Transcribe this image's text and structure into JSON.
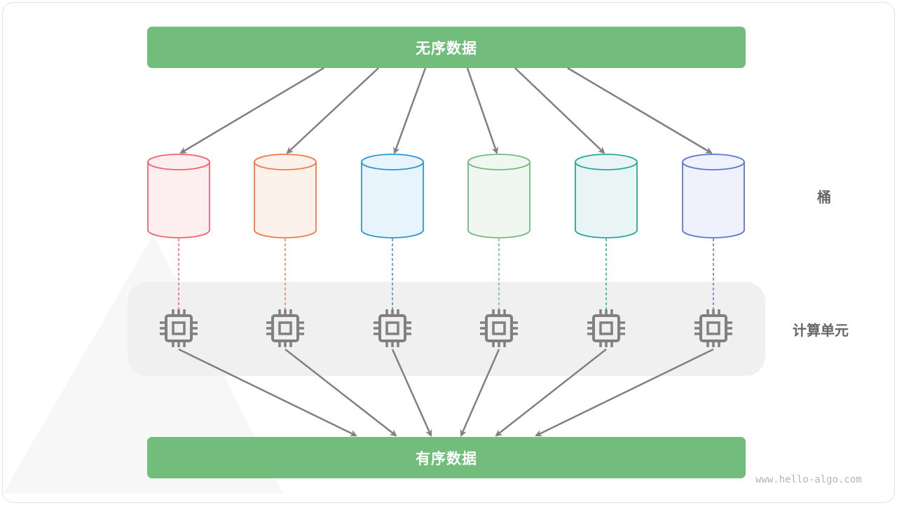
{
  "unsorted_label": "无序数据",
  "sorted_label": "有序数据",
  "bucket_label": "桶",
  "compute_label": "计算单元",
  "watermark": "www.hello-algo.com",
  "buckets": [
    {
      "stroke": "#f2646c",
      "fill": "#fdeff0"
    },
    {
      "stroke": "#f27a46",
      "fill": "#fdf1ec"
    },
    {
      "stroke": "#2f96d6",
      "fill": "#e8f4fb"
    },
    {
      "stroke": "#76b97e",
      "fill": "#f0f7f0"
    },
    {
      "stroke": "#28a89c",
      "fill": "#e9f5f4"
    },
    {
      "stroke": "#5a77d6",
      "fill": "#eff2fc"
    }
  ],
  "colors": {
    "bar": "#72bd7b",
    "arrow": "#808080",
    "chip": "#808080",
    "panel": "#f0f0f0"
  }
}
